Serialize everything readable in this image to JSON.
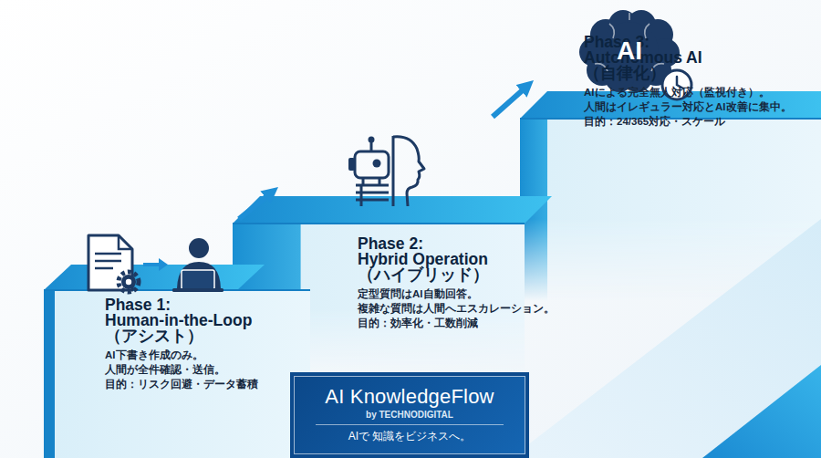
{
  "diagram": {
    "nodes": [
      {
        "text": [
          "Phase 1: Human-in-the-Loop （アシスト）",
          "AI下書き作成のみ。 人間が全件確認・送信。 目的：リスク回避・データ蓄積"
        ]
      },
      {
        "text": [
          "Phase 2: Hybrid Operation （ハイブリッド）",
          "定型質問はAI自動回答。 複雑な質問は人間へエスカレーション。 目的：効率化・工数削減"
        ]
      },
      {
        "text": [
          "Phase 3: Autonomous AI （自律化）",
          "AIによる完全無人対応（監視付き）。 人間はイレギュラー対応とAI改善に集中。 目的：24/365対応・スケール"
        ]
      },
      {
        "text": [
          "AI KnowledgeFlow",
          "by TECHNODIGITAL",
          "AIで 知識をビジネスへ。"
        ]
      }
    ],
    "edges": [
      {
        "from": 0,
        "to": 1,
        "arrow": "to"
      },
      {
        "from": 1,
        "to": 2,
        "arrow": "to"
      }
    ],
    "labels": [
      "AI"
    ]
  }
}
